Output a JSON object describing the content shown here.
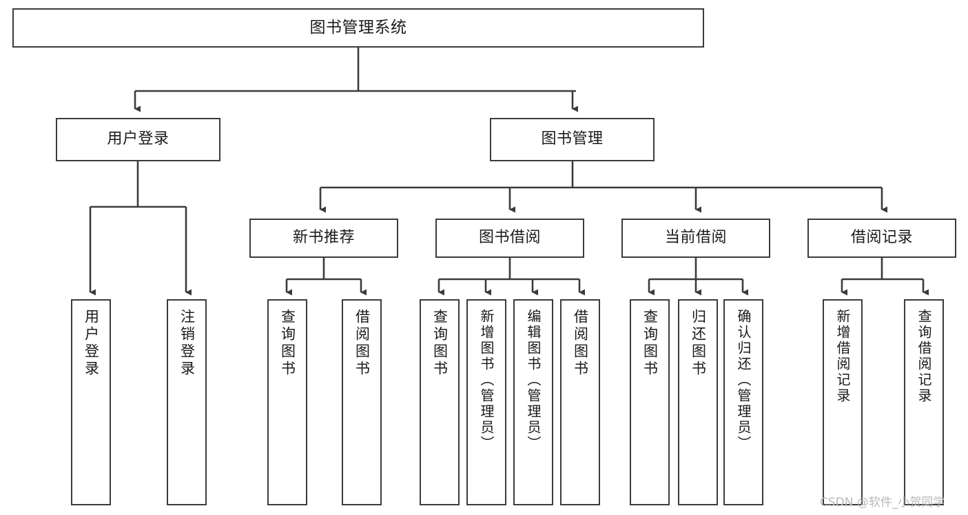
{
  "diagram": {
    "title": "图书管理系统",
    "type": "tree-hierarchy",
    "watermark": "CSDN @软件_小贺同学",
    "colors": {
      "stroke": "#3b3b3b",
      "fill": "#ffffff",
      "text": "#1a1a1a",
      "watermark": "#b9b9b9"
    },
    "nodes": {
      "root": {
        "label": "图书管理系统"
      },
      "level2": [
        {
          "label": "用户登录"
        },
        {
          "label": "图书管理"
        }
      ],
      "level3": [
        {
          "label": "新书推荐"
        },
        {
          "label": "图书借阅"
        },
        {
          "label": "当前借阅"
        },
        {
          "label": "借阅记录"
        }
      ],
      "leaves": {
        "user_login": [
          {
            "label": "用户登录"
          },
          {
            "label": "注销登录"
          }
        ],
        "new_book_recommend": [
          {
            "label": "查询图书"
          },
          {
            "label": "借阅图书"
          }
        ],
        "book_borrow": [
          {
            "label": "查询图书"
          },
          {
            "label": "新增图书（管理员）"
          },
          {
            "label": "编辑图书（管理员）"
          },
          {
            "label": "借阅图书"
          }
        ],
        "current_borrow": [
          {
            "label": "查询图书"
          },
          {
            "label": "归还图书"
          },
          {
            "label": "确认归还（管理员）"
          }
        ],
        "borrow_record": [
          {
            "label": "新增借阅记录"
          },
          {
            "label": "查询借阅记录"
          }
        ]
      }
    }
  }
}
